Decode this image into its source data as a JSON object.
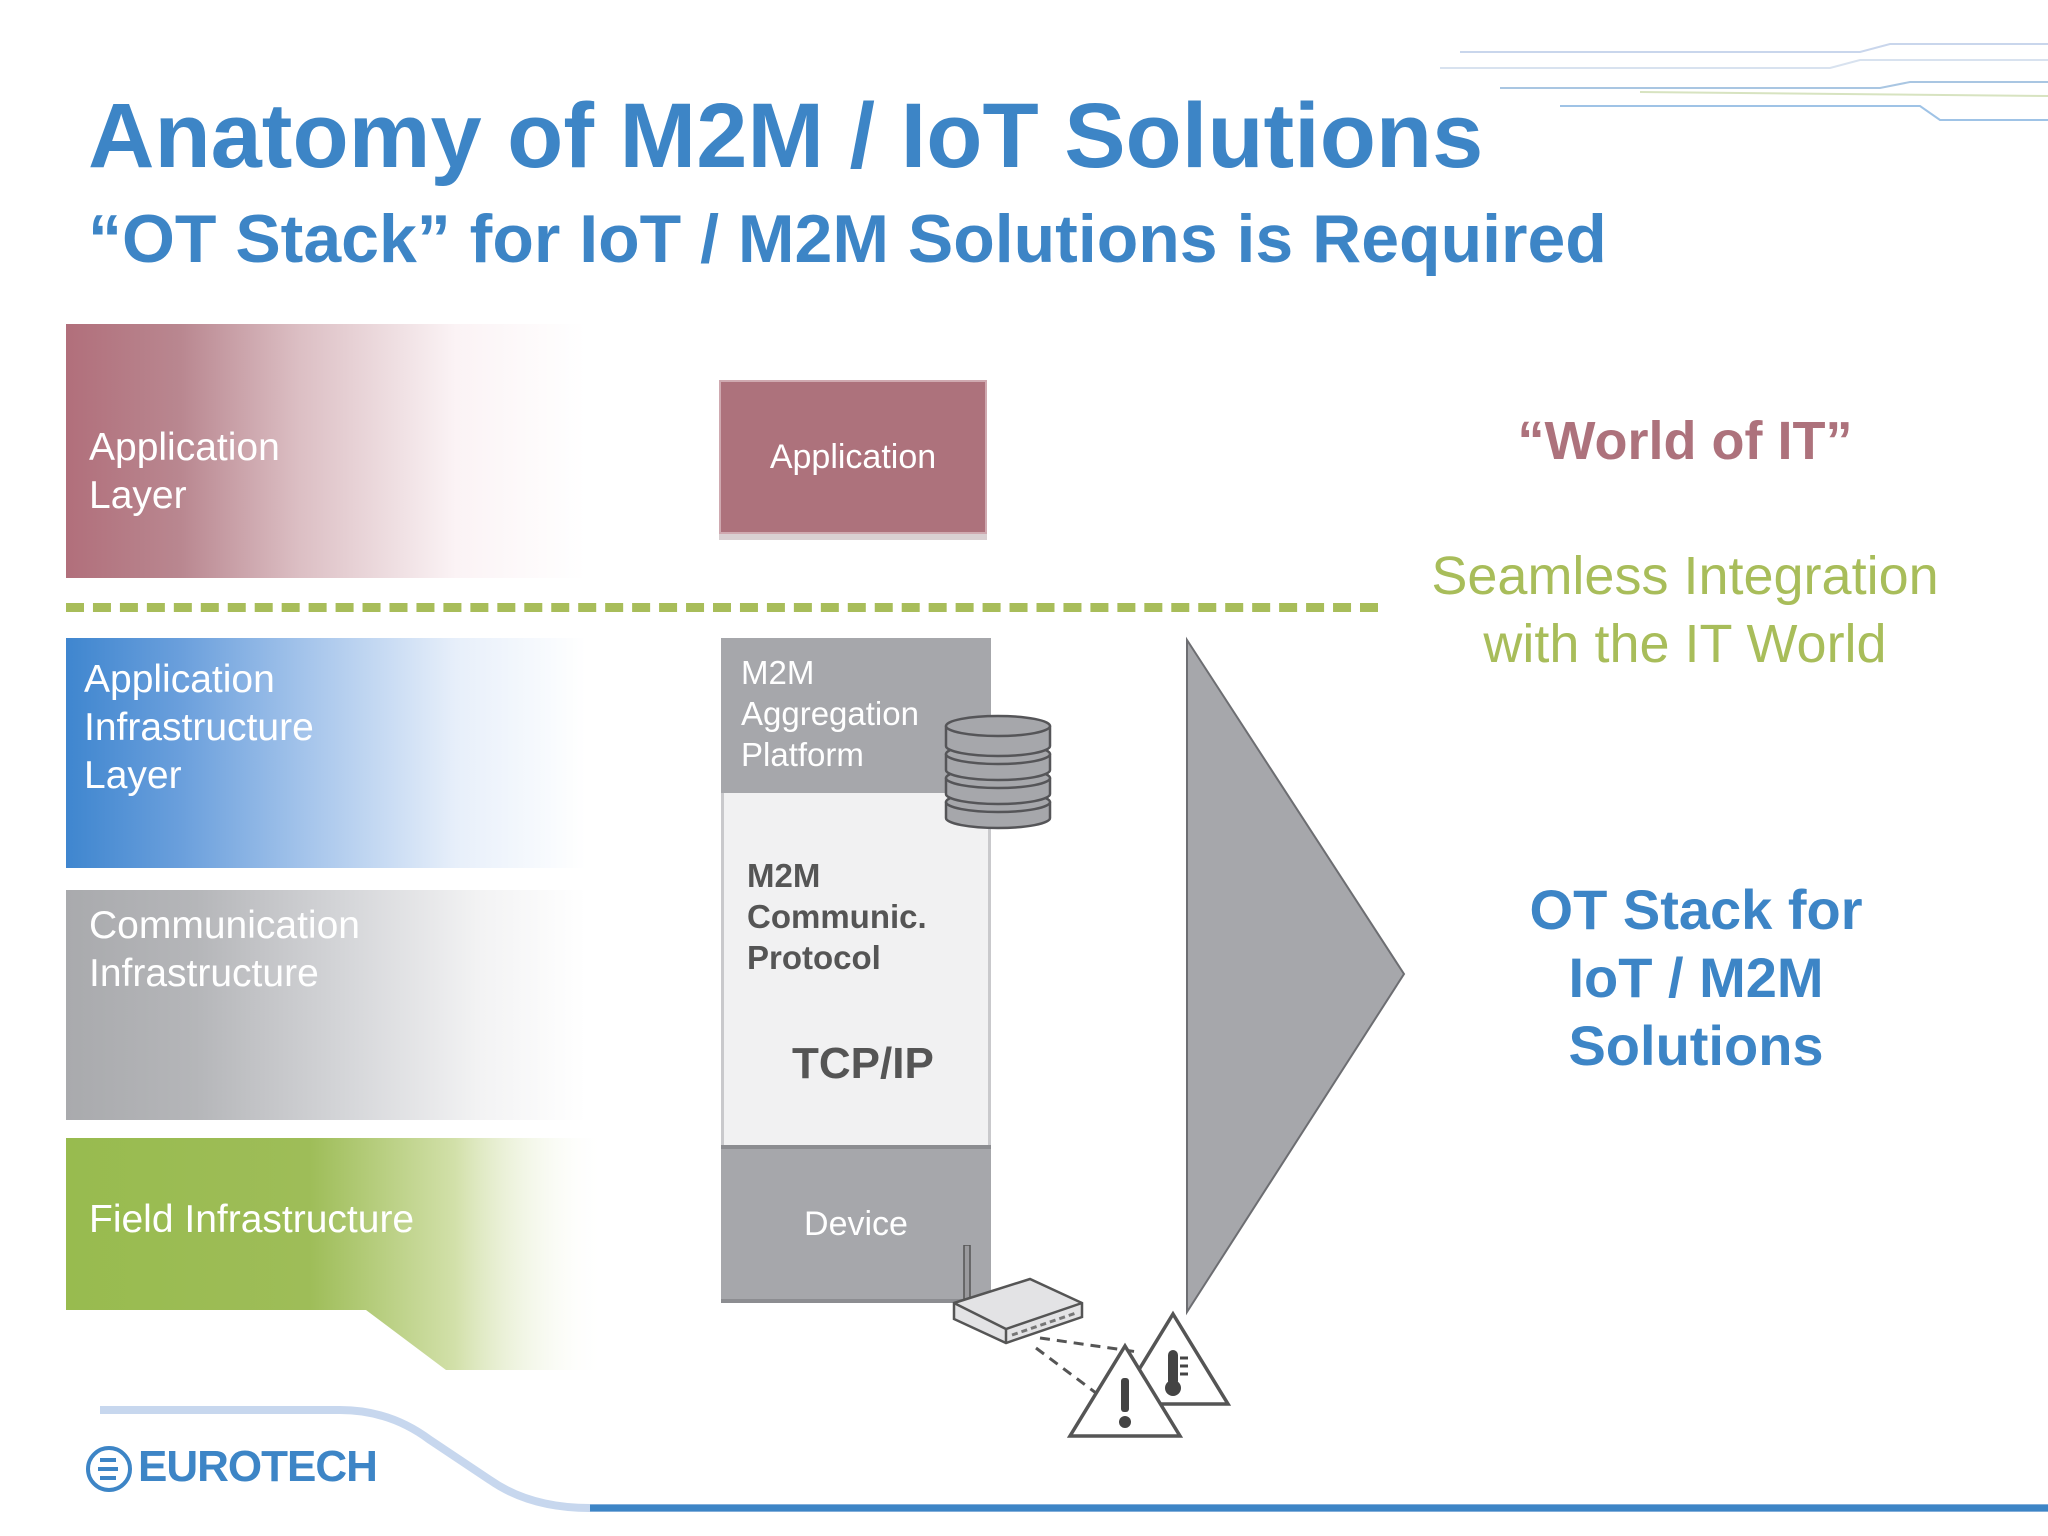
{
  "header": {
    "title": "Anatomy of M2M / IoT Solutions",
    "subtitle": "“OT Stack” for IoT / M2M Solutions is Required"
  },
  "layers": {
    "application": "Application\nLayer",
    "application_infrastructure": "Application\nInfrastructure\nLayer",
    "communication_infrastructure": "Communication\nInfrastructure",
    "field_infrastructure": "Field Infrastructure"
  },
  "stack": {
    "application": "Application",
    "aggregation_platform": "M2M\nAggregation\nPlatform",
    "communication_protocol": "M2M\nCommunic.\nProtocol",
    "tcpip": "TCP/IP",
    "device": "Device"
  },
  "right": {
    "world_of_it": "“World of IT”",
    "seamless": "Seamless Integration\nwith the IT World",
    "ot_stack": "OT Stack for\nIoT / M2M\nSolutions"
  },
  "footer": {
    "logo_text": "EUROTECH"
  },
  "colors": {
    "title_blue": "#3d85c6",
    "application_red": "#ad727c",
    "green": "#9dbb55",
    "gray": "#a6a7ab"
  },
  "icons": [
    "database-icon",
    "router-icon",
    "warning-alert-icon",
    "warning-temperature-icon",
    "eurotech-logo-icon"
  ]
}
